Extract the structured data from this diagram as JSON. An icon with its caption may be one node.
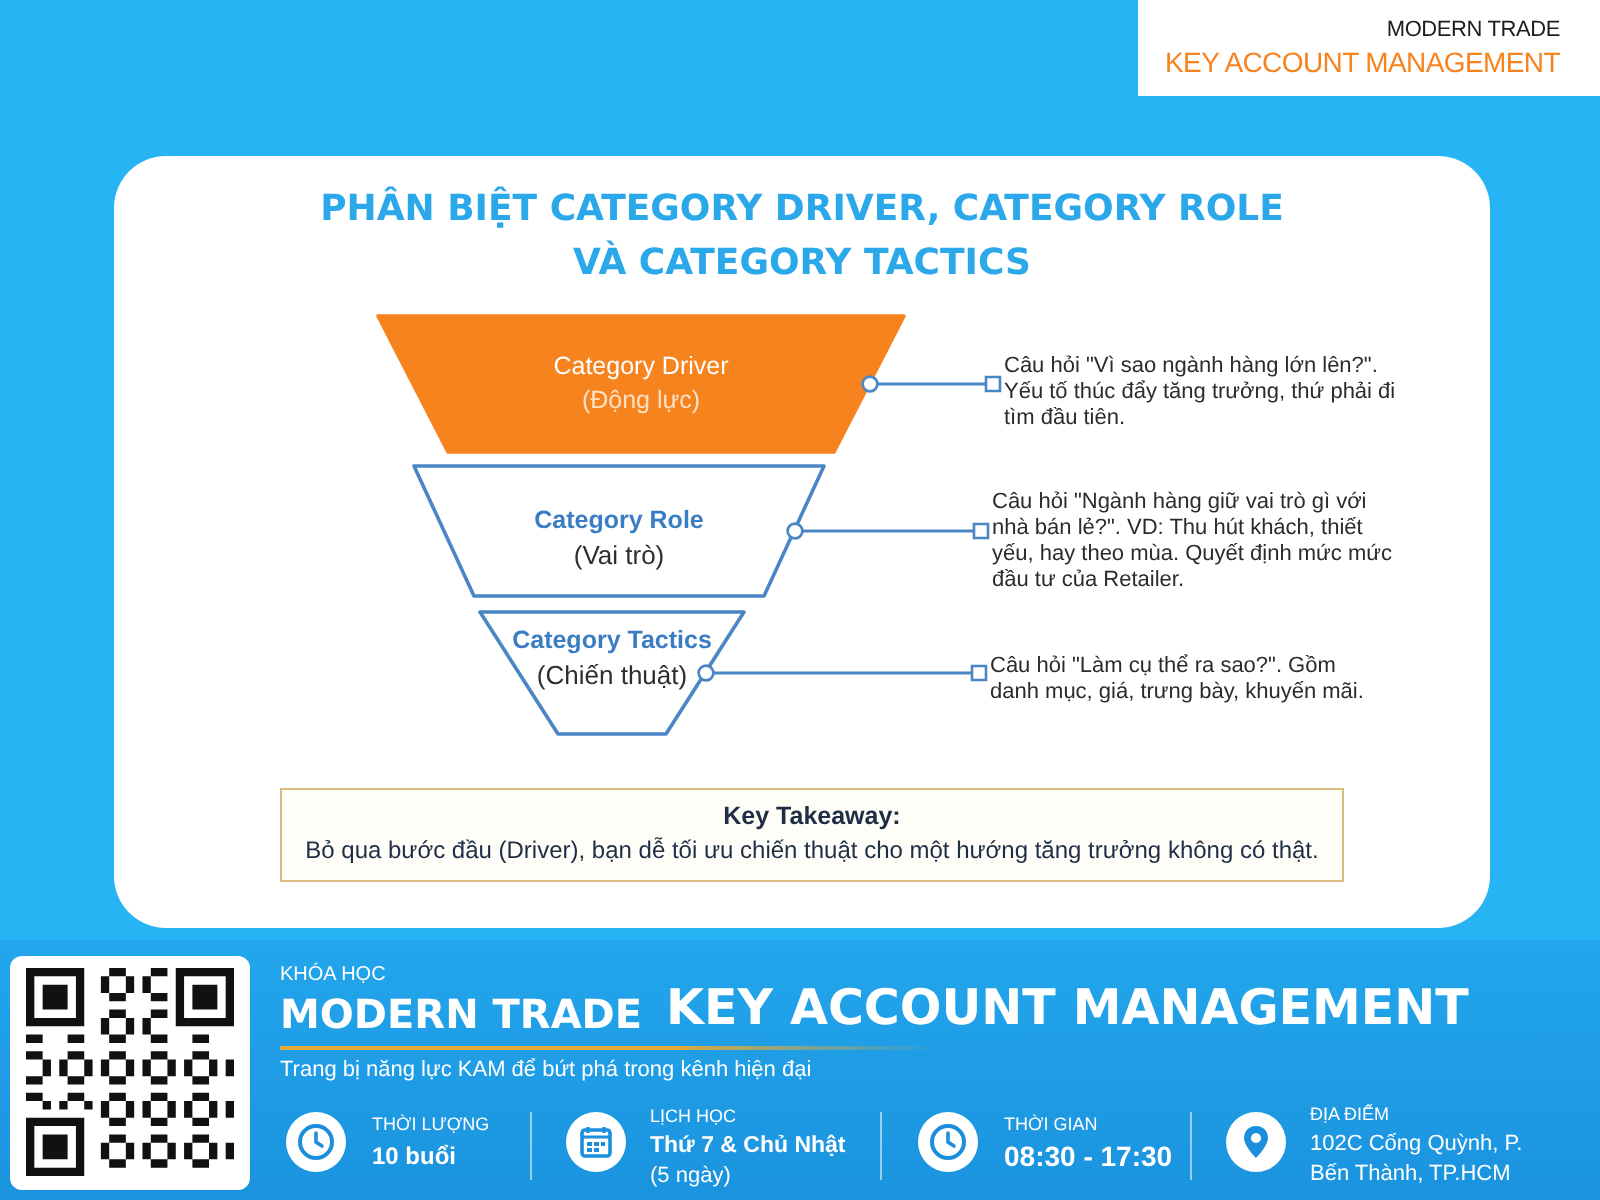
{
  "diagram": {
    "title": "PHÂN BIỆT CATEGORY DRIVER, CATEGORY ROLE VÀ CATEGORY TACTICS",
    "nodes": [
      {
        "text": [
          "Category Driver",
          "(Động lực)"
        ]
      },
      {
        "text": [
          "Category Role",
          "(Vai trò)"
        ]
      },
      {
        "text": [
          "Category Tactics",
          "(Chiến thuật)"
        ]
      },
      {
        "text": [
          "Câu hỏi \"Vì sao ngành hàng lớn lên?\". Yếu tố thúc đẩy tăng trưởng, thứ phải đi tìm đầu tiên."
        ]
      },
      {
        "text": [
          "Câu hỏi \"Ngành hàng giữ vai trò gì với nhà bán lẻ?\". VD: Thu hút khách, thiết yếu, hay theo mùa. Quyết định mức mức đầu tư của Retailer."
        ]
      },
      {
        "text": [
          "Câu hỏi \"Làm cụ thể ra sao?\". Gồm danh mục, giá, trưng bày, khuyến mãi."
        ]
      },
      {
        "text": [
          "Key Takeaway:",
          "Bỏ qua bước đầu (Driver), bạn dễ tối ưu chiến thuật cho một hướng tăng trưởng không có thật."
        ]
      }
    ],
    "edges": [
      {
        "from": 3,
        "to": 0,
        "arrow": "other"
      },
      {
        "from": 4,
        "to": 1,
        "arrow": "other"
      },
      {
        "from": 5,
        "to": 2,
        "arrow": "other"
      }
    ],
    "labels": [
      "MODERN TRADE",
      "KEY ACCOUNT MANAGEMENT",
      "KHÓA HỌC",
      "MODERN TRADE",
      "KEY ACCOUNT MANAGEMENT",
      "Trang bị năng lực KAM để bứt phá trong kênh hiện đại",
      "THỜI LƯỢNG",
      "10 buổi",
      "LỊCH HỌC",
      "Thứ 7 & Chủ Nhật",
      "(5 ngày)",
      "THỜI GIAN",
      "08:30 - 17:30",
      "ĐỊA ĐIỂM",
      "102C Cống Quỳnh, P. Bến Thành, TP.HCM"
    ]
  }
}
